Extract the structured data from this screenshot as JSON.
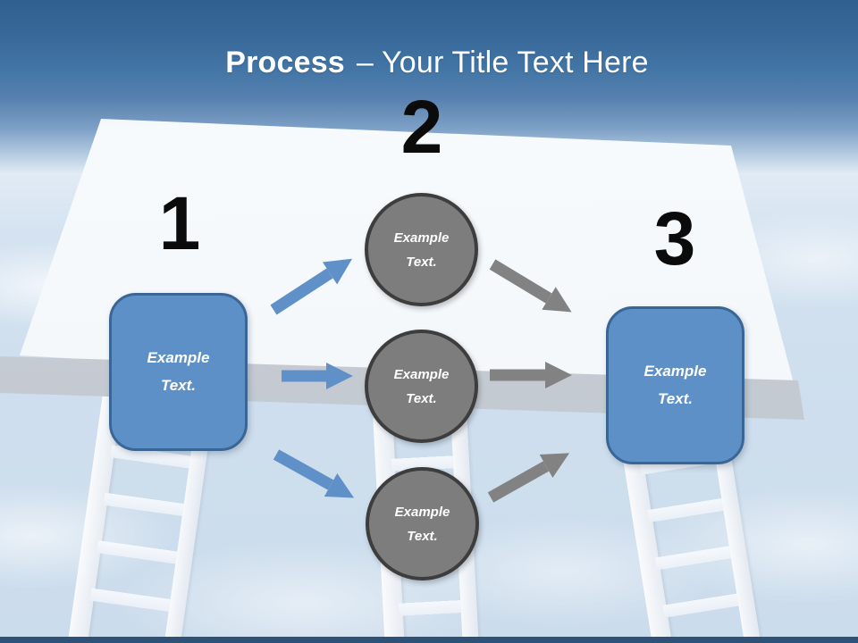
{
  "slide": {
    "title": {
      "emphasis": "Process",
      "rest": "– Your Title Text Here"
    },
    "steps": [
      {
        "number": "1",
        "label": "Example Text."
      },
      {
        "number": "2",
        "circles": [
          {
            "label": "Example Text."
          },
          {
            "label": "Example Text."
          },
          {
            "label": "Example Text."
          }
        ]
      },
      {
        "number": "3",
        "label": "Example Text."
      }
    ]
  },
  "colors": {
    "header_blue": "#30608E",
    "accent_blue_fill": "#5E90C8",
    "accent_blue_border": "#396694",
    "gray_fill": "#7D7D7D",
    "gray_border": "#3D3D3D",
    "arrow_blue": "#6090C8",
    "arrow_gray": "#828282",
    "number_black": "#0B0B0B",
    "bottom_bar": "#2E5178"
  }
}
